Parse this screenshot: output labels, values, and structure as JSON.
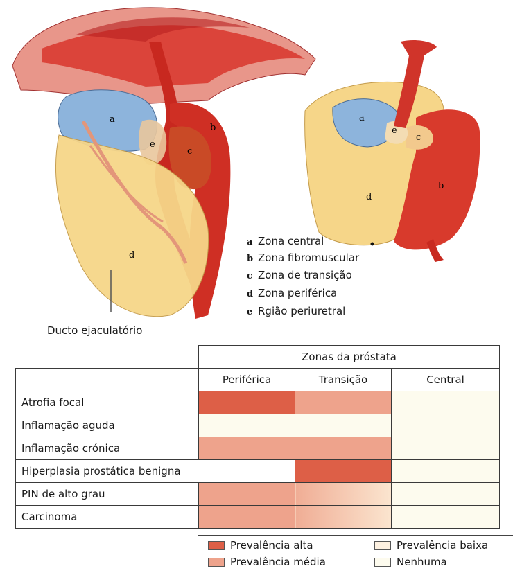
{
  "colors": {
    "alta": "#dd5f47",
    "media": "#eea38c",
    "baixa": "#fdf1e1",
    "nenhuma": "#fdfbee"
  },
  "illustration": {
    "zone_letters": {
      "a": "a",
      "b": "b",
      "c": "c",
      "d": "d",
      "e": "e"
    },
    "duct_label": "Ducto ejaculatório"
  },
  "key": [
    {
      "letter": "a",
      "text": "Zona central"
    },
    {
      "letter": "b",
      "text": "Zona fibromuscular"
    },
    {
      "letter": "c",
      "text": "Zona de transição"
    },
    {
      "letter": "d",
      "text": "Zona periférica"
    },
    {
      "letter": "e",
      "text": "Rgião periuretral"
    }
  ],
  "table": {
    "group_header": "Zonas da próstata",
    "columns": [
      "Periférica",
      "Transição",
      "Central"
    ],
    "rows": [
      {
        "label": "Atrofia focal",
        "levels": [
          "alta",
          "media",
          "nenhuma"
        ]
      },
      {
        "label": "Inflamação aguda",
        "levels": [
          "nenhuma",
          "nenhuma",
          "nenhuma"
        ]
      },
      {
        "label": "Inflamação crónica",
        "levels": [
          "media",
          "media",
          "nenhuma"
        ]
      },
      {
        "label": "Hiperplasia prostática benigna",
        "levels": [
          null,
          "alta",
          "nenhuma"
        ]
      },
      {
        "label": "PIN de alto grau",
        "levels": [
          "media",
          "baixa",
          "nenhuma"
        ]
      },
      {
        "label": "Carcinoma",
        "levels": [
          "media",
          "baixa",
          "nenhuma"
        ]
      }
    ]
  },
  "legend": {
    "alta": "Prevalência alta",
    "media": "Prevalência média",
    "baixa": "Prevalência baixa",
    "nenhuma": "Nenhuma"
  }
}
